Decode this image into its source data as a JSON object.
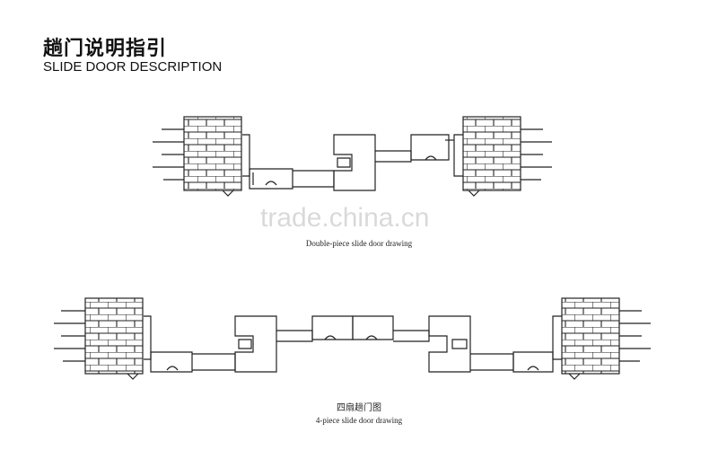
{
  "header": {
    "title_cn": "趟门说明指引",
    "title_en": "SLIDE DOOR DESCRIPTION"
  },
  "drawings": [
    {
      "caption_en": "Double-piece slide door drawing",
      "caption_cn": ""
    },
    {
      "caption_en": "4-piece slide door drawing",
      "caption_cn": "四扇趟门图"
    }
  ],
  "watermark": "trade.china.cn",
  "colors": {
    "line": "#222222",
    "brick_fill": "#ffffff",
    "watermark": "#00000026"
  }
}
